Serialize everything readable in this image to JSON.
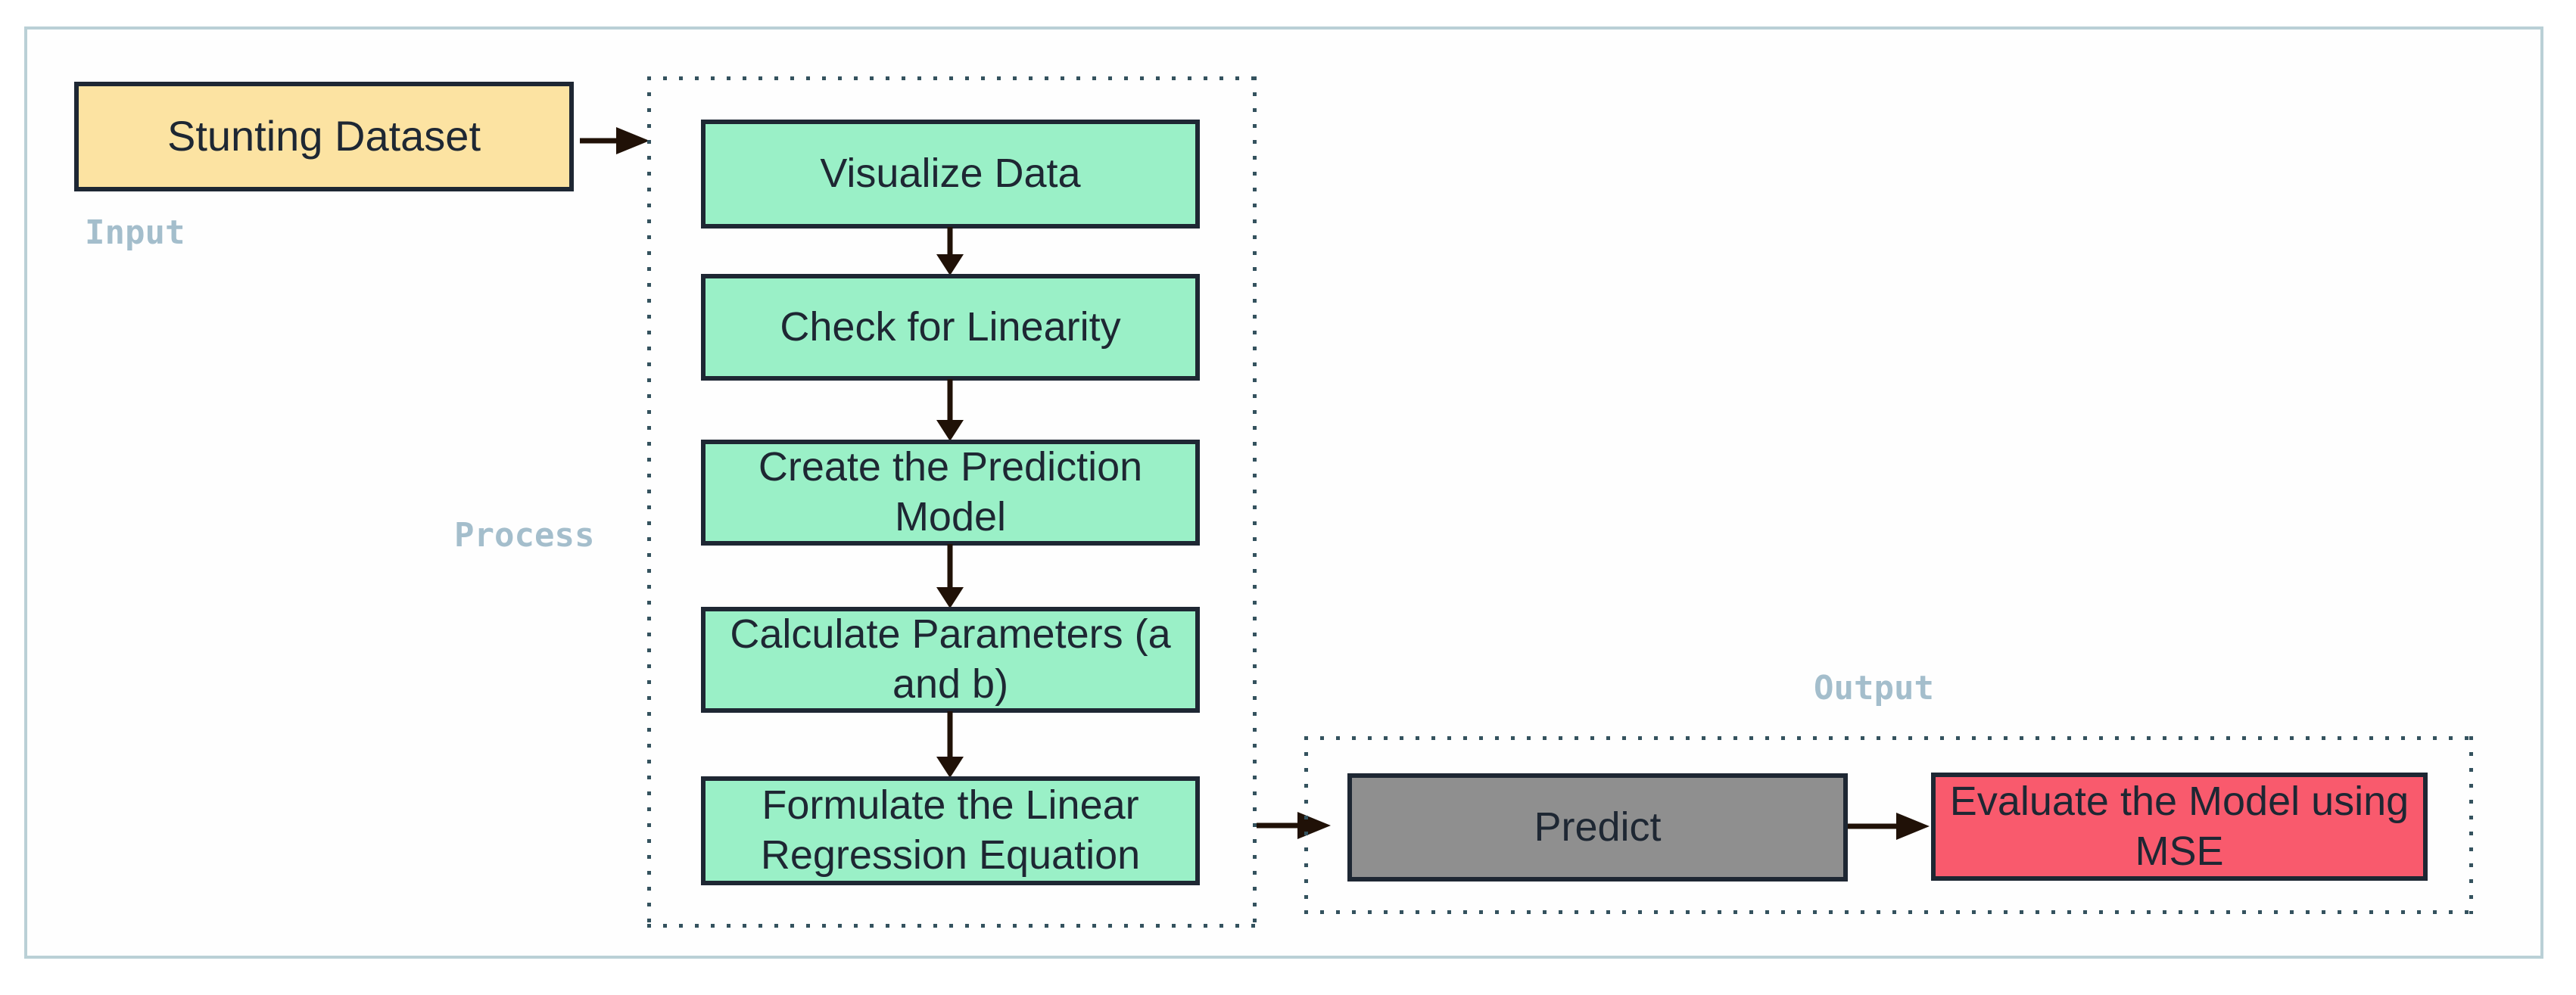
{
  "input": {
    "section_label": "Input",
    "box_label": "Stunting Dataset"
  },
  "process": {
    "section_label": "Process",
    "steps": [
      {
        "label": "Visualize Data"
      },
      {
        "label": "Check for Linearity"
      },
      {
        "label": "Create the Prediction Model"
      },
      {
        "label": "Calculate Parameters (a and b)"
      },
      {
        "label": "Formulate the Linear Regression Equation"
      }
    ]
  },
  "output": {
    "section_label": "Output",
    "predict_box_label": "Predict",
    "evaluate_box_label": "Evaluate the Model using MSE"
  },
  "colors": {
    "frame_border": "#bad0d6",
    "input_box_fill": "#fce3a2",
    "process_box_fill": "#9af0c7",
    "predict_box_fill": "#8f8f8f",
    "evaluate_box_fill": "#f95a6d",
    "solid_box_border": "#1e2733",
    "box_text": "#1e2733",
    "dotted_border": "#34525e",
    "arrow": "#201107",
    "section_label_text": "#a4becc"
  }
}
